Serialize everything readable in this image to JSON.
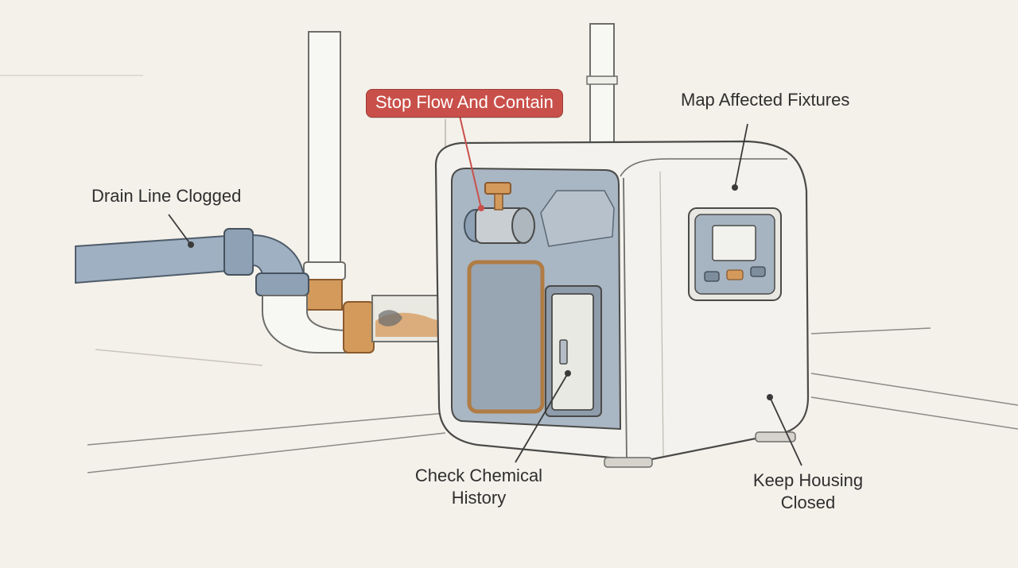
{
  "labels": {
    "stop_flow": "Stop Flow And Contain",
    "map_fixtures": "Map Affected Fixtures",
    "drain_clogged": "Drain Line Clogged",
    "check_chemical_line1": "Check Chemical",
    "check_chemical_line2": "History",
    "keep_housing_line1": "Keep Housing",
    "keep_housing_line2": "Closed"
  },
  "colors": {
    "background": "#f4f1ea",
    "highlight": "#c9504a",
    "pipe_blue": "#9fb0c2",
    "pipe_white": "#f7f7f4",
    "copper": "#d39a5c",
    "housing": "#f3f2ee",
    "inner_panel": "#a9b6c3",
    "line": "#3a3a3a"
  }
}
